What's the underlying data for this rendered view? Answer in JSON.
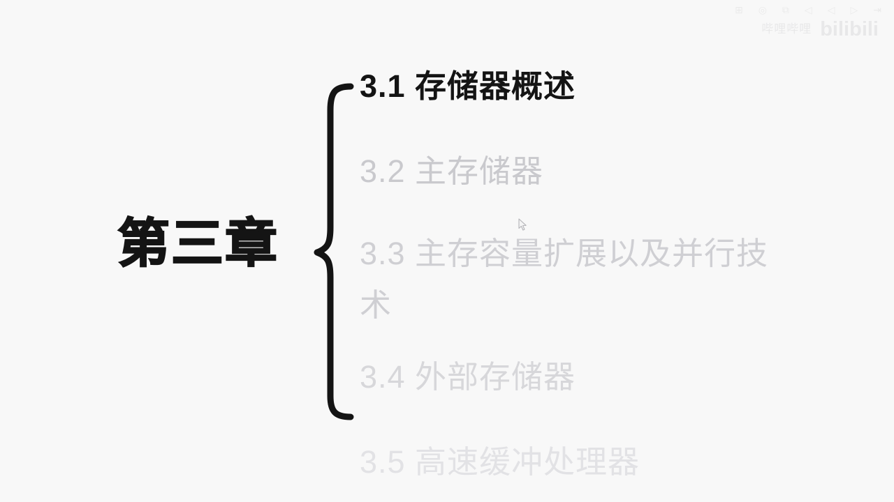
{
  "page": {
    "background": "#f8f8f8"
  },
  "chapter": {
    "label": "第三章",
    "color": "#141414"
  },
  "sections": [
    {
      "label": "3.1 存储器概述",
      "color": "#141414"
    },
    {
      "label": "3.2 主存储器",
      "color": "#c9c9cd"
    },
    {
      "label": "3.3 主存容量扩展以及并行技术",
      "color": "#cfcfd3"
    },
    {
      "label": "3.4 外部存储器",
      "color": "#d7d7da"
    },
    {
      "label": "3.5 高速缓冲处理器",
      "color": "#e2e2e5"
    }
  ],
  "brace": {
    "color": "#141414"
  },
  "watermark": {
    "uploader_text": "哔哩哔哩",
    "logo_text": "bilibili",
    "toolbar_glyphs": [
      "⊞",
      "◎",
      "⧉",
      "◁",
      "◁",
      "▷",
      "⇥"
    ]
  }
}
